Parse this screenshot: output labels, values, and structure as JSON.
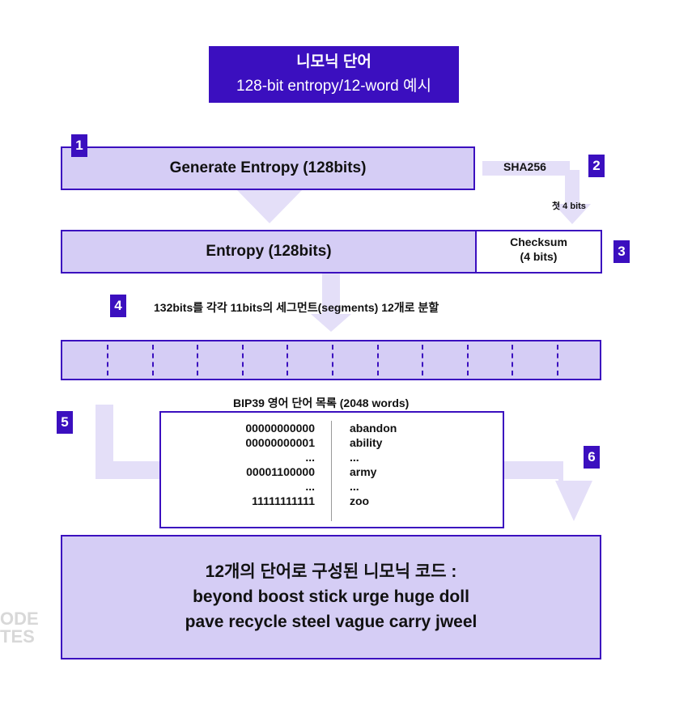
{
  "title": {
    "line1": "니모닉 단어",
    "line2": "128-bit entropy/12-word 예시"
  },
  "steps": {
    "s1": "1",
    "s2": "2",
    "s3": "3",
    "s4": "4",
    "s5": "5",
    "s6": "6"
  },
  "generate_box": {
    "label": "Generate Entropy (128bits)"
  },
  "sha_label": "SHA256",
  "first_bits_label": "첫 4 bits",
  "entropy_box": {
    "label": "Entropy (128bits)"
  },
  "checksum_box": {
    "line1": "Checksum",
    "line2": "(4 bits)"
  },
  "split_text": "132bits를 각각 11bits의 세그먼트(segments) 12개로 분할",
  "segments": {
    "count": 12
  },
  "wordlist": {
    "title": "BIP39 영어 단어 목록 (2048 words)",
    "bits": [
      "00000000000",
      "00000000001",
      "...",
      "00001100000",
      "...",
      "11111111111"
    ],
    "words": [
      "abandon",
      "ability",
      "...",
      "army",
      "...",
      "zoo"
    ]
  },
  "result": {
    "line1": "12개의 단어로 구성된 니모닉 코드 :",
    "line2": "beyond boost stick urge huge doll",
    "line3": "pave recycle steel vague carry jweel"
  },
  "watermark": {
    "line1": "ODE",
    "line2": "TES"
  },
  "colors": {
    "primary": "#3b0fbf",
    "fill": "#d5cdf5",
    "arrow": "#e4dff8",
    "text": "#111111"
  }
}
